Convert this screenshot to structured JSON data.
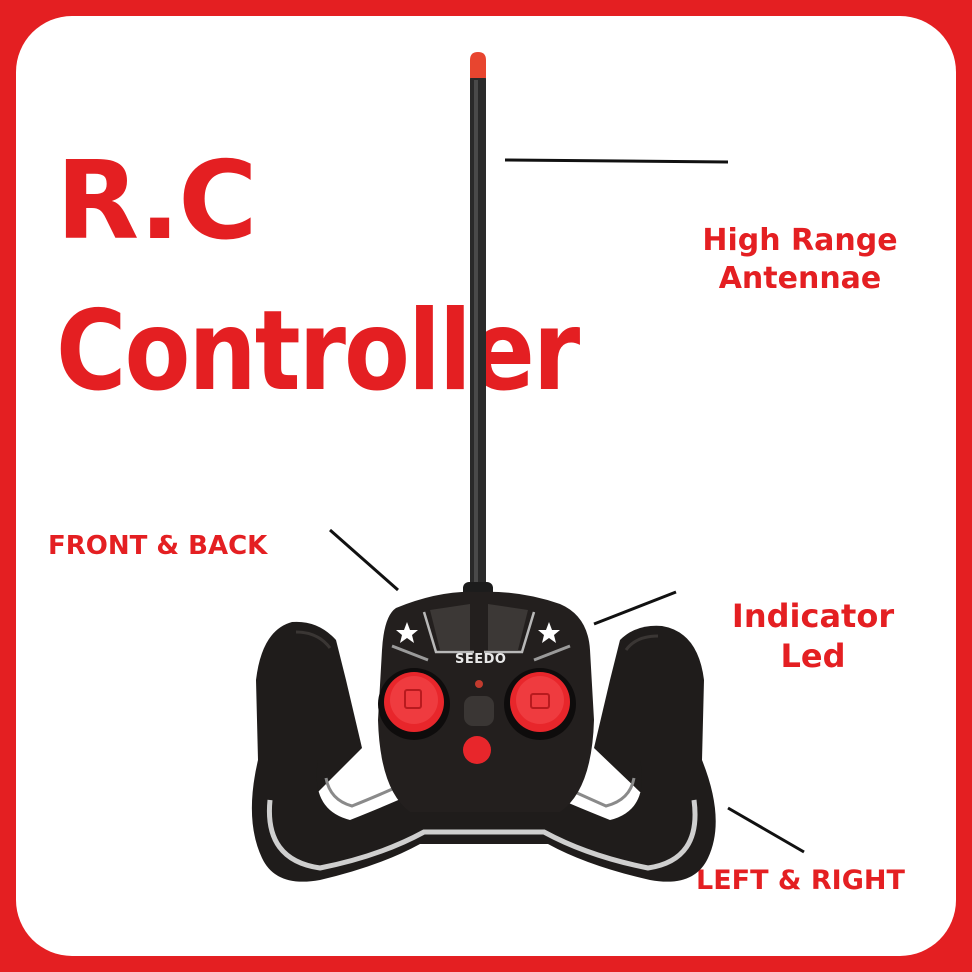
{
  "title": {
    "line1": "R.C",
    "line2": "Controller"
  },
  "labels": {
    "antenna_line1": "High Range",
    "antenna_line2": "Antennae",
    "front_back": "FRONT & BACK",
    "indicator_line1": "Indicator",
    "indicator_line2": "Led",
    "left_right": "LEFT & RIGHT"
  },
  "controller": {
    "brand": "SEEDO"
  },
  "colors": {
    "accent": "#e41f22",
    "body": "#231f1e",
    "button": "#e8262b"
  }
}
